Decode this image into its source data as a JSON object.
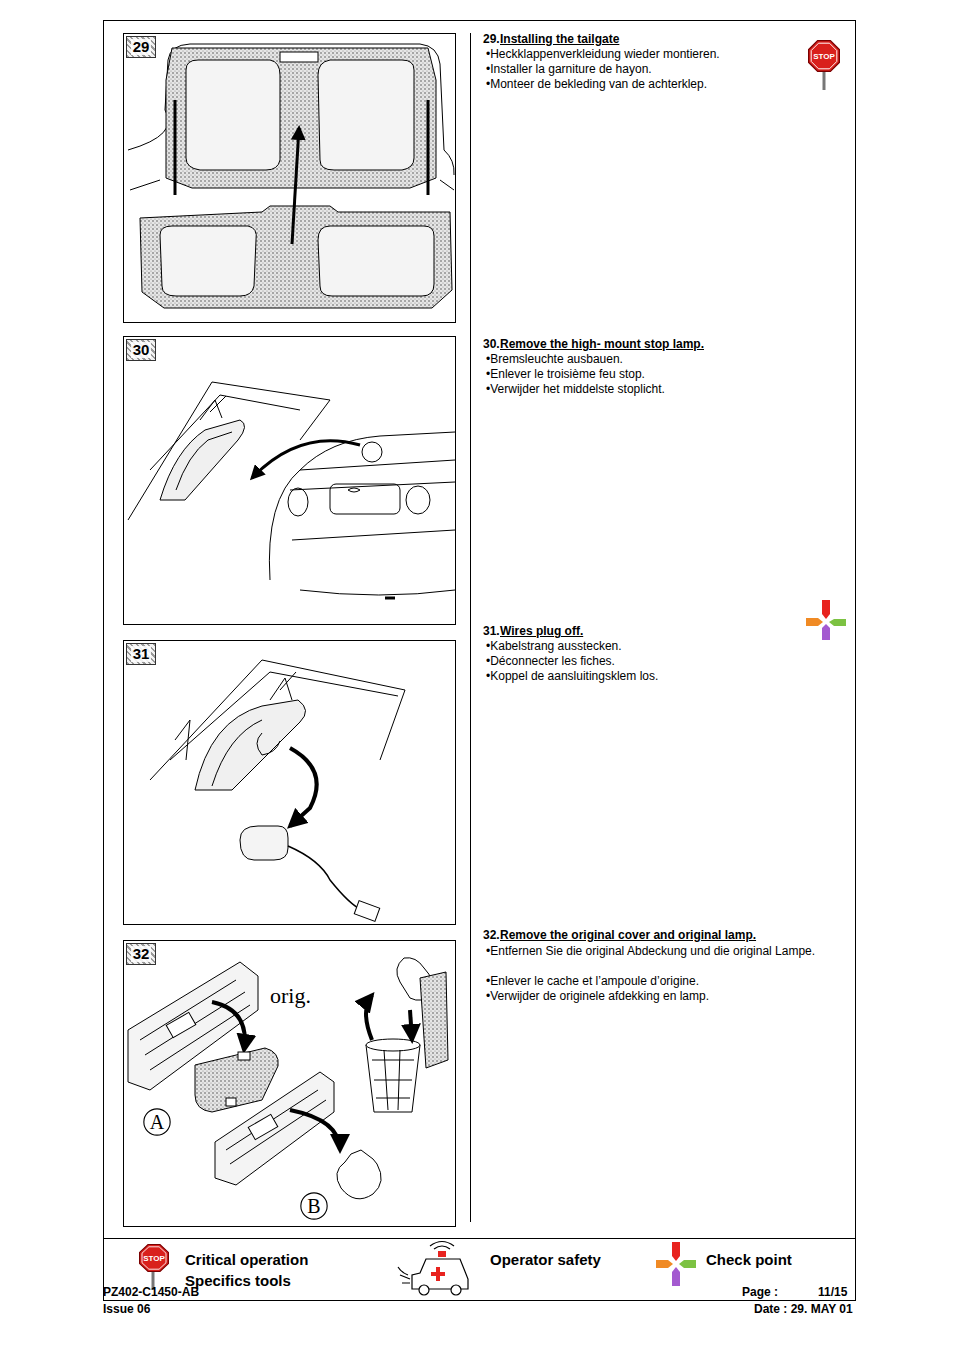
{
  "diagram": {
    "nodes": [
      {
        "text": [
          "29"
        ]
      },
      {
        "text": [
          "STOP"
        ]
      },
      {
        "text": [
          "30"
        ]
      },
      {
        "text": [
          "31"
        ]
      },
      {
        "text": [
          "32"
        ]
      },
      {
        "text": [
          "A"
        ]
      },
      {
        "text": [
          "B"
        ]
      },
      {
        "text": [
          "STOP"
        ]
      }
    ],
    "labels": [
      "29.",
      "Installing the tailgate",
      "•Heckklappenverkleidung wieder montieren.",
      "•Installer la garniture de hayon.",
      "•Monteer de bekleding van de achterklep.",
      "30.",
      "Remove the high- mount stop lamp.",
      "•Bremsleuchte ausbauen.",
      "•Enlever le troisième feu stop.",
      "•Verwijder het middelste stoplicht.",
      "31.",
      "Wires plug off.",
      "•Kabelstrang ausstecken.",
      "•Déconnecter les fiches.",
      "•Koppel de aansluitingsklem los.",
      "32.",
      "Remove the original cover and original lamp.",
      "•Entfernen Sie die original Abdeckung und die original Lampe.",
      "•Enlever le cache et l’ampoule d’origine.",
      "•Verwijder de originele afdekking en lamp.",
      "orig.",
      "PZ402-C1450-AB",
      "Page :",
      "11/15",
      "Issue 06",
      "Date : 29. MAY 01"
    ],
    "legend": [
      {
        "text": "Critical operation"
      },
      {
        "text": "Specifics tools"
      },
      {
        "text": "Operator safety"
      },
      {
        "text": "Check point"
      }
    ]
  }
}
